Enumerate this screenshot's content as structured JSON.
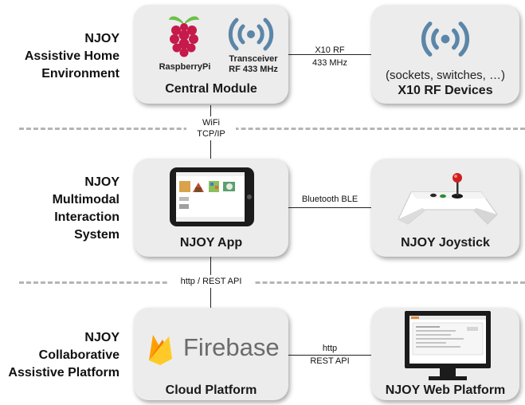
{
  "sections": [
    {
      "lines": [
        "NJOY",
        "Assistive Home",
        "Environment"
      ]
    },
    {
      "lines": [
        "NJOY",
        "Multimodal",
        "Interaction",
        "System"
      ]
    },
    {
      "lines": [
        "NJOY",
        "Collaborative",
        "Assistive Platform"
      ]
    }
  ],
  "central_module": {
    "title": "Central Module",
    "rpi_label": "RaspberryPi",
    "transceiver_line1": "Transceiver",
    "transceiver_line2": "RF 433 MHz",
    "icon": "raspberry-pi-logo"
  },
  "x10_devices": {
    "subtitle": "(sockets, switches, …)",
    "title": "X10  RF Devices",
    "icon": "wireless-signal-icon"
  },
  "link_rf": {
    "line1": "X10 RF",
    "line2": "433 MHz"
  },
  "link_wifi": {
    "line1": "WiFi",
    "line2": "TCP/IP"
  },
  "njoy_app": {
    "title": "NJOY App",
    "icon": "tablet-app-screen"
  },
  "njoy_joystick": {
    "title": "NJOY Joystick",
    "icon": "joystick-device"
  },
  "link_ble": {
    "label": "Bluetooth BLE"
  },
  "link_rest": {
    "label": "http / REST API"
  },
  "cloud_platform": {
    "title": "Cloud Platform",
    "brand": "Firebase",
    "icon": "firebase-flame-logo"
  },
  "web_platform": {
    "title": "NJOY Web Platform",
    "icon": "monitor-web-screen"
  },
  "link_http": {
    "line1": "http",
    "line2": "REST API"
  },
  "colors": {
    "card_bg": "#ececec",
    "wireless_blue": "#5b86a8",
    "raspberry_red": "#c51a4a",
    "leaf_green": "#6cc04a",
    "firebase_yellow": "#ffca28",
    "firebase_orange": "#f57c00",
    "divider": "#b5b5b5"
  }
}
